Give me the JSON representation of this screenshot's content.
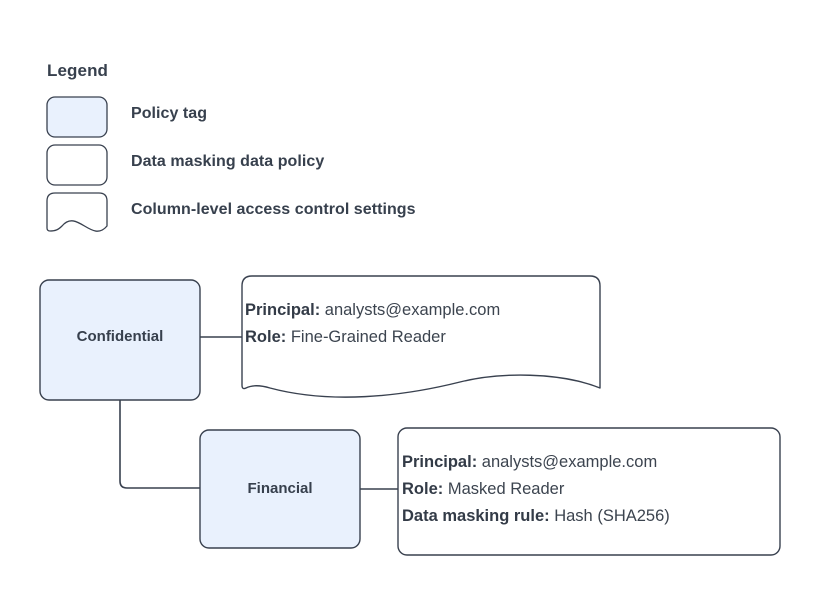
{
  "diagram": {
    "type": "policy-tag-access-control-diagram",
    "colors": {
      "node_fill": "#e9f1fd",
      "node_stroke": "#39414f",
      "shape_fill": "#ffffff",
      "shape_stroke": "#39414f",
      "text": "#37404d",
      "connector": "#39414f",
      "background": "#ffffff"
    }
  },
  "legend": {
    "title": "Legend",
    "items": [
      {
        "shape": "rounded-rect-filled",
        "label": "Policy tag",
        "fill": "#e9f1fd"
      },
      {
        "shape": "rounded-rect",
        "label": "Data masking data policy",
        "fill": "#ffffff"
      },
      {
        "shape": "wave-document",
        "label": "Column-level access control settings",
        "fill": "#ffffff"
      }
    ]
  },
  "nodes": [
    {
      "id": "confidential",
      "label": "Confidential",
      "kind": "policy-tag"
    },
    {
      "id": "financial",
      "label": "Financial",
      "kind": "policy-tag"
    }
  ],
  "callouts": [
    {
      "id": "confidential-access",
      "shape": "wave-document",
      "attached_to": "confidential",
      "lines": [
        {
          "key": "Principal:",
          "value": "analysts@example.com"
        },
        {
          "key": "Role:",
          "value": "Fine-Grained Reader"
        }
      ]
    },
    {
      "id": "financial-masking",
      "shape": "rounded-rect",
      "attached_to": "financial",
      "lines": [
        {
          "key": "Principal:",
          "value": "analysts@example.com"
        },
        {
          "key": "Role:",
          "value": "Masked Reader"
        },
        {
          "key": "Data masking rule:",
          "value": "Hash (SHA256)"
        }
      ]
    }
  ],
  "connectors": [
    {
      "from": "confidential",
      "to": "confidential-access",
      "style": "straight"
    },
    {
      "from": "confidential",
      "to": "financial",
      "style": "elbow"
    },
    {
      "from": "financial",
      "to": "financial-masking",
      "style": "straight"
    }
  ]
}
